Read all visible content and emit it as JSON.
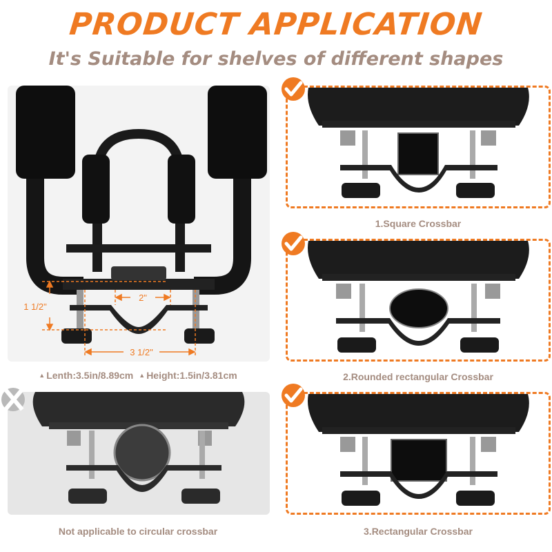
{
  "header": {
    "title": "PRODUCT APPLICATION",
    "subtitle": "It's Suitable for shelves of different shapes"
  },
  "hero": {
    "dimensions": {
      "width_top": "2\"",
      "height": "1 1/2\"",
      "width_bottom": "3 1/2\""
    },
    "specs": [
      {
        "icon": "triangle-up-icon",
        "label": "Lenth:3.5in/8.89cm"
      },
      {
        "icon": "triangle-up-icon",
        "label": "Height:1.5in/3.81cm"
      }
    ]
  },
  "not_applicable": {
    "status_icon": "x-icon",
    "caption": "Not applicable to circular crossbar"
  },
  "applications": [
    {
      "status_icon": "check-icon",
      "caption": "1.Square Crossbar",
      "shape": "square"
    },
    {
      "status_icon": "check-icon",
      "caption": "2.Rounded rectangular Crossbar",
      "shape": "oval"
    },
    {
      "status_icon": "check-icon",
      "caption": "3.Rectangular Crossbar",
      "shape": "rectangle"
    }
  ],
  "colors": {
    "accent": "#ef7a22",
    "caption": "#a48c80",
    "hero_bg": "#f3f3f3",
    "na_bg": "#e6e6e6"
  }
}
